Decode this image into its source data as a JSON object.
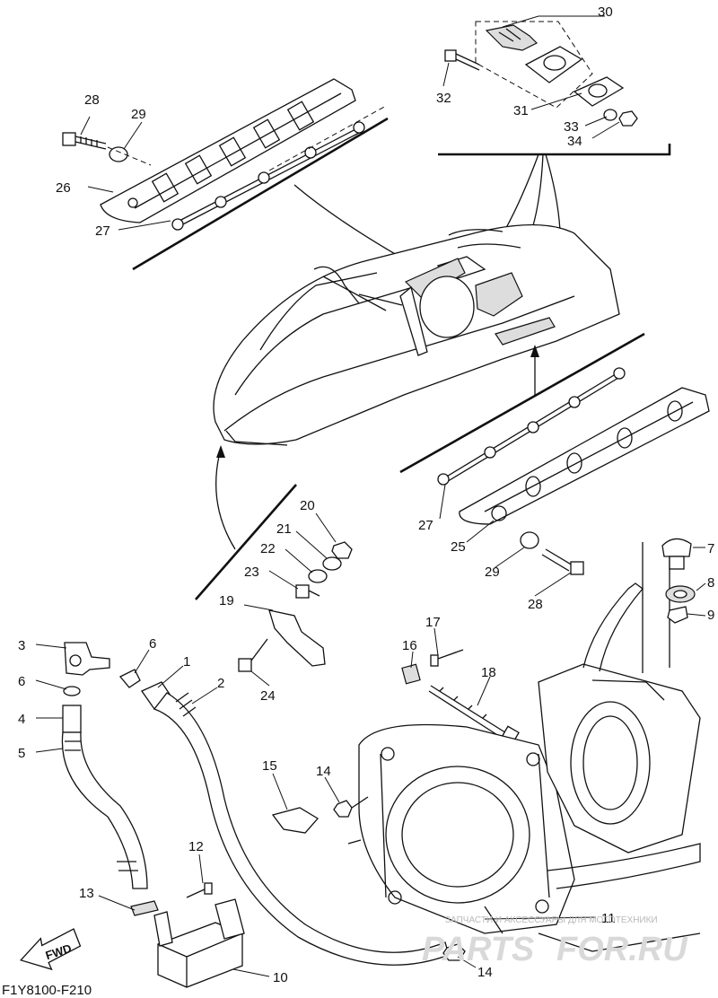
{
  "diagram_code": "F1Y8100-F210",
  "fwd_label": "FWD",
  "watermark": {
    "line": "ЗАПЧАСТИ И АКСЕССУАРЫ ДЛЯ МОТОТЕХНИКИ",
    "brand_left": "PARTS",
    "brand_right": "FOR.RU"
  },
  "callouts": {
    "n1": "1",
    "n2": "2",
    "n3": "3",
    "n4": "4",
    "n5": "5",
    "n6a": "6",
    "n6b": "6",
    "n7": "7",
    "n8": "8",
    "n9": "9",
    "n10": "10",
    "n11": "11",
    "n12": "12",
    "n13": "13",
    "n14a": "14",
    "n14b": "14",
    "n15": "15",
    "n16": "16",
    "n17": "17",
    "n18": "18",
    "n19": "19",
    "n20": "20",
    "n21": "21",
    "n22": "22",
    "n23": "23",
    "n24": "24",
    "n25": "25",
    "n26": "26",
    "n27a": "27",
    "n27b": "27",
    "n28a": "28",
    "n28b": "28",
    "n29a": "29",
    "n29b": "29",
    "n30": "30",
    "n31": "31",
    "n32": "32",
    "n33": "33",
    "n34": "34"
  }
}
